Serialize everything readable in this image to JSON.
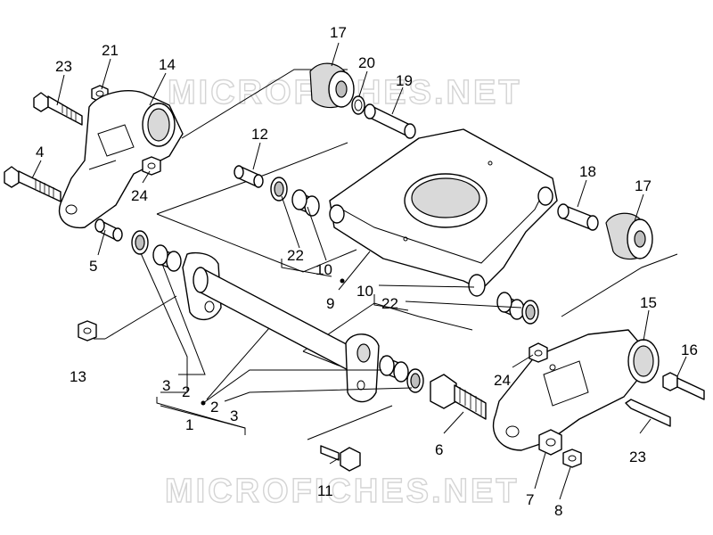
{
  "watermark": {
    "top": "MICROFICHES.NET",
    "bottom": "MICROFICHES.NET"
  },
  "callouts": [
    {
      "id": "c23a",
      "text": "23"
    },
    {
      "id": "c21",
      "text": "21"
    },
    {
      "id": "c14",
      "text": "14"
    },
    {
      "id": "c17a",
      "text": "17"
    },
    {
      "id": "c20",
      "text": "20"
    },
    {
      "id": "c19",
      "text": "19"
    },
    {
      "id": "c12",
      "text": "12"
    },
    {
      "id": "c4",
      "text": "4"
    },
    {
      "id": "c24a",
      "text": "24"
    },
    {
      "id": "c18",
      "text": "18"
    },
    {
      "id": "c17b",
      "text": "17"
    },
    {
      "id": "c5",
      "text": "5"
    },
    {
      "id": "c22a",
      "text": "22"
    },
    {
      "id": "c10a",
      "text": "10"
    },
    {
      "id": "c9",
      "text": "9"
    },
    {
      "id": "c10b",
      "text": "10"
    },
    {
      "id": "c22b",
      "text": "22"
    },
    {
      "id": "c15",
      "text": "15"
    },
    {
      "id": "c13",
      "text": "13"
    },
    {
      "id": "c16",
      "text": "16"
    },
    {
      "id": "c24b",
      "text": "24"
    },
    {
      "id": "c3a",
      "text": "3"
    },
    {
      "id": "c2a",
      "text": "2"
    },
    {
      "id": "c2b",
      "text": "2"
    },
    {
      "id": "c3b",
      "text": "3"
    },
    {
      "id": "c1",
      "text": "1"
    },
    {
      "id": "c6",
      "text": "6"
    },
    {
      "id": "c23b",
      "text": "23"
    },
    {
      "id": "c11",
      "text": "11"
    },
    {
      "id": "c7",
      "text": "7"
    },
    {
      "id": "c8",
      "text": "8"
    }
  ]
}
